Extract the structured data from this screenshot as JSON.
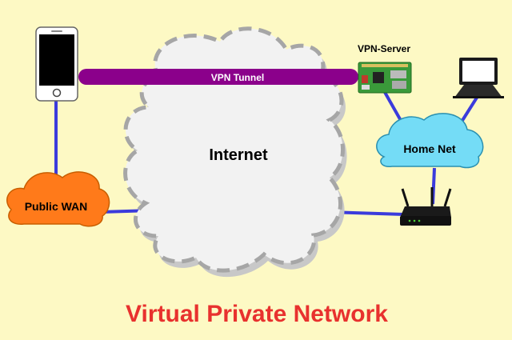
{
  "labels": {
    "vpn_tunnel": "VPN Tunnel",
    "internet": "Internet",
    "vpn_server": "VPN-Server",
    "home_net": "Home Net",
    "public_wan": "Public WAN",
    "title": "Virtual Private Network"
  },
  "colors": {
    "background": "#fdf9c4",
    "link": "#3b3bdc",
    "tunnel": "#8b008b",
    "public_wan_cloud": "#ff7a1a",
    "home_net_cloud": "#74dcf6",
    "internet_cloud": "#f2f2f2",
    "cloud_dash": "#a6a6a6",
    "title": "#e8312e"
  },
  "icons": {
    "phone": "smartphone-icon",
    "server": "raspberry-pi-board-icon",
    "laptop": "laptop-icon",
    "router": "wifi-router-icon"
  }
}
